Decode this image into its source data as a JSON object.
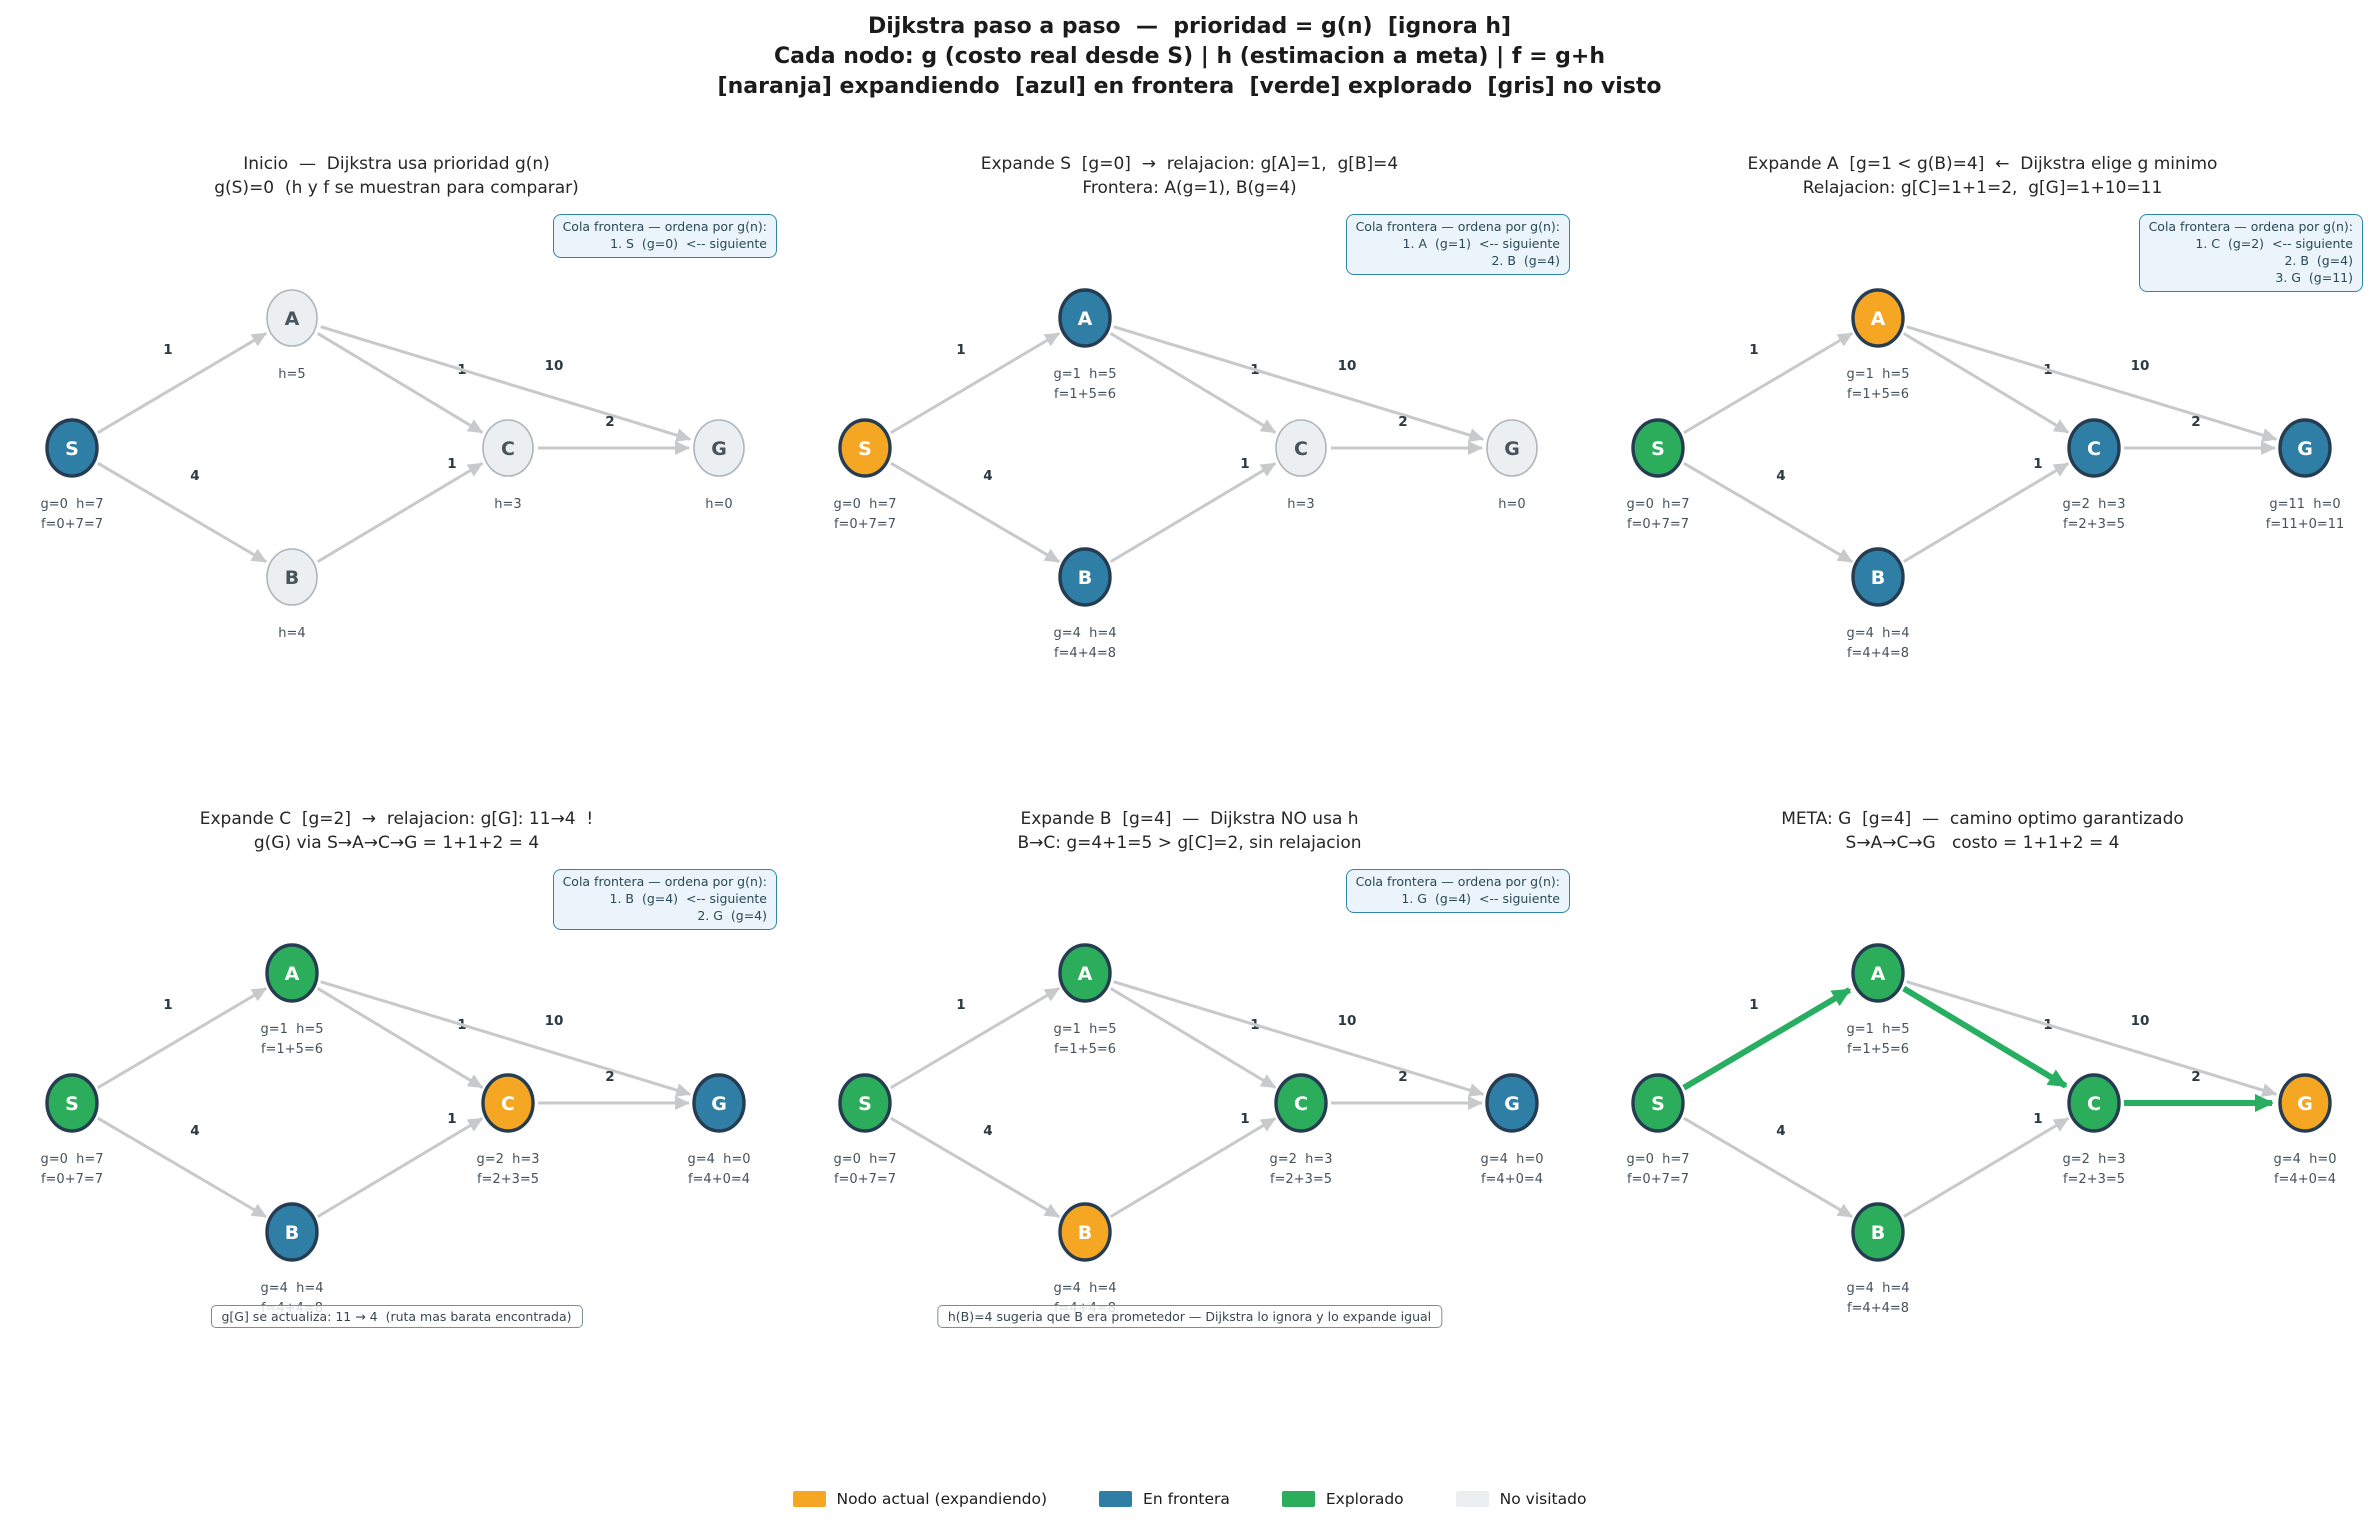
{
  "header": {
    "line1": "Dijkstra paso a paso  —  prioridad = g(n)  [ignora h]",
    "line2": "Cada nodo: g (costo real desde S) | h (estimacion a meta) | f = g+h",
    "line3": "[naranja] expandiendo  [azul] en frontera  [verde] explorado  [gris] no visto"
  },
  "colors": {
    "current": "#F5A623",
    "frontier": "#2E7EA6",
    "explored": "#2BAD5C",
    "unvisited": "#ECEFF1",
    "node_border": "#253C51",
    "unvisited_border": "#ADB5BD",
    "edge": "#C7C9CB",
    "path_highlight": "#27AE60",
    "queue_border": "#2E86AB",
    "queue_bg": "#EAF4FA"
  },
  "graph": {
    "node_ids": [
      "S",
      "A",
      "B",
      "C",
      "G"
    ],
    "edges": [
      {
        "from": "S",
        "to": "A",
        "weight": "1"
      },
      {
        "from": "S",
        "to": "B",
        "weight": "4"
      },
      {
        "from": "A",
        "to": "C",
        "weight": "1"
      },
      {
        "from": "A",
        "to": "G",
        "weight": "10"
      },
      {
        "from": "B",
        "to": "C",
        "weight": "1"
      },
      {
        "from": "C",
        "to": "G",
        "weight": "2"
      }
    ]
  },
  "panels": [
    {
      "title1": "Inicio  —  Dijkstra usa prioridad g(n)",
      "title2": "g(S)=0  (h y f se muestran para comparar)",
      "queue": [
        "Cola frontera — ordena por g(n):",
        "1. S  (g=0)  <-- siguiente"
      ],
      "annotation": "",
      "highlight": [],
      "nodes": {
        "S": {
          "state": "frontier",
          "label": "S",
          "sub1": "g=0  h=7",
          "sub2": "f=0+7=7"
        },
        "A": {
          "state": "unvisited",
          "label": "A",
          "sub1": "h=5",
          "sub2": ""
        },
        "B": {
          "state": "unvisited",
          "label": "B",
          "sub1": "h=4",
          "sub2": ""
        },
        "C": {
          "state": "unvisited",
          "label": "C",
          "sub1": "h=3",
          "sub2": ""
        },
        "G": {
          "state": "unvisited",
          "label": "G",
          "sub1": "h=0",
          "sub2": ""
        }
      }
    },
    {
      "title1": "Expande S  [g=0]  →  relajacion: g[A]=1,  g[B]=4",
      "title2": "Frontera: A(g=1), B(g=4)",
      "queue": [
        "Cola frontera — ordena por g(n):",
        "1. A  (g=1)  <-- siguiente",
        "2. B  (g=4)"
      ],
      "annotation": "",
      "highlight": [],
      "nodes": {
        "S": {
          "state": "current",
          "label": "S",
          "sub1": "g=0  h=7",
          "sub2": "f=0+7=7"
        },
        "A": {
          "state": "frontier",
          "label": "A",
          "sub1": "g=1  h=5",
          "sub2": "f=1+5=6"
        },
        "B": {
          "state": "frontier",
          "label": "B",
          "sub1": "g=4  h=4",
          "sub2": "f=4+4=8"
        },
        "C": {
          "state": "unvisited",
          "label": "C",
          "sub1": "h=3",
          "sub2": ""
        },
        "G": {
          "state": "unvisited",
          "label": "G",
          "sub1": "h=0",
          "sub2": ""
        }
      }
    },
    {
      "title1": "Expande A  [g=1 < g(B)=4]  ←  Dijkstra elige g minimo",
      "title2": "Relajacion: g[C]=1+1=2,  g[G]=1+10=11",
      "queue": [
        "Cola frontera — ordena por g(n):",
        "1. C  (g=2)  <-- siguiente",
        "2. B  (g=4)",
        "3. G  (g=11)"
      ],
      "annotation": "",
      "highlight": [],
      "nodes": {
        "S": {
          "state": "explored",
          "label": "S",
          "sub1": "g=0  h=7",
          "sub2": "f=0+7=7"
        },
        "A": {
          "state": "current",
          "label": "A",
          "sub1": "g=1  h=5",
          "sub2": "f=1+5=6"
        },
        "B": {
          "state": "frontier",
          "label": "B",
          "sub1": "g=4  h=4",
          "sub2": "f=4+4=8"
        },
        "C": {
          "state": "frontier",
          "label": "C",
          "sub1": "g=2  h=3",
          "sub2": "f=2+3=5"
        },
        "G": {
          "state": "frontier",
          "label": "G",
          "sub1": "g=11  h=0",
          "sub2": "f=11+0=11"
        }
      }
    },
    {
      "title1": "Expande C  [g=2]  →  relajacion: g[G]: 11→4  !",
      "title2": "g(G) via S→A→C→G = 1+1+2 = 4",
      "queue": [
        "Cola frontera — ordena por g(n):",
        "1. B  (g=4)  <-- siguiente",
        "2. G  (g=4)"
      ],
      "annotation": "g[G] se actualiza: 11 → 4  (ruta mas barata encontrada)",
      "highlight": [],
      "nodes": {
        "S": {
          "state": "explored",
          "label": "S",
          "sub1": "g=0  h=7",
          "sub2": "f=0+7=7"
        },
        "A": {
          "state": "explored",
          "label": "A",
          "sub1": "g=1  h=5",
          "sub2": "f=1+5=6"
        },
        "B": {
          "state": "frontier",
          "label": "B",
          "sub1": "g=4  h=4",
          "sub2": "f=4+4=8"
        },
        "C": {
          "state": "current",
          "label": "C",
          "sub1": "g=2  h=3",
          "sub2": "f=2+3=5"
        },
        "G": {
          "state": "frontier",
          "label": "G",
          "sub1": "g=4  h=0",
          "sub2": "f=4+0=4"
        }
      }
    },
    {
      "title1": "Expande B  [g=4]  —  Dijkstra NO usa h",
      "title2": "B→C: g=4+1=5 > g[C]=2, sin relajacion",
      "queue": [
        "Cola frontera — ordena por g(n):",
        "1. G  (g=4)  <-- siguiente"
      ],
      "annotation": "h(B)=4 sugeria que B era prometedor — Dijkstra lo ignora y lo expande igual",
      "highlight": [],
      "nodes": {
        "S": {
          "state": "explored",
          "label": "S",
          "sub1": "g=0  h=7",
          "sub2": "f=0+7=7"
        },
        "A": {
          "state": "explored",
          "label": "A",
          "sub1": "g=1  h=5",
          "sub2": "f=1+5=6"
        },
        "B": {
          "state": "current",
          "label": "B",
          "sub1": "g=4  h=4",
          "sub2": "f=4+4=8"
        },
        "C": {
          "state": "explored",
          "label": "C",
          "sub1": "g=2  h=3",
          "sub2": "f=2+3=5"
        },
        "G": {
          "state": "frontier",
          "label": "G",
          "sub1": "g=4  h=0",
          "sub2": "f=4+0=4"
        }
      }
    },
    {
      "title1": "META: G  [g=4]  —  camino optimo garantizado",
      "title2": "S→A→C→G   costo = 1+1+2 = 4",
      "queue": [],
      "annotation": "",
      "highlight": [
        "S-A",
        "A-C",
        "C-G"
      ],
      "nodes": {
        "S": {
          "state": "explored",
          "label": "S",
          "sub1": "g=0  h=7",
          "sub2": "f=0+7=7"
        },
        "A": {
          "state": "explored",
          "label": "A",
          "sub1": "g=1  h=5",
          "sub2": "f=1+5=6"
        },
        "B": {
          "state": "explored",
          "label": "B",
          "sub1": "g=4  h=4",
          "sub2": "f=4+4=8"
        },
        "C": {
          "state": "explored",
          "label": "C",
          "sub1": "g=2  h=3",
          "sub2": "f=2+3=5"
        },
        "G": {
          "state": "current",
          "label": "G",
          "sub1": "g=4  h=0",
          "sub2": "f=4+0=4"
        }
      }
    }
  ],
  "legend": [
    {
      "label": "Nodo actual (expandiendo)",
      "color_key": "current"
    },
    {
      "label": "En frontera",
      "color_key": "frontier"
    },
    {
      "label": "Explorado",
      "color_key": "explored"
    },
    {
      "label": "No visitado",
      "color_key": "unvisited"
    }
  ]
}
